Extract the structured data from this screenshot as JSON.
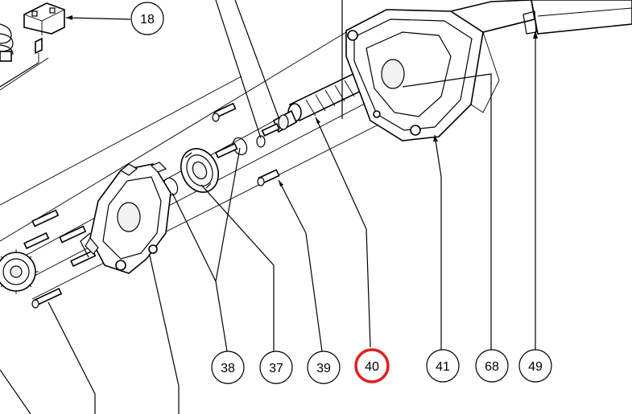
{
  "diagram": {
    "callouts": [
      {
        "id": "c18",
        "label": "18"
      },
      {
        "id": "c38",
        "label": "38"
      },
      {
        "id": "c37",
        "label": "37"
      },
      {
        "id": "c39",
        "label": "39"
      },
      {
        "id": "c40",
        "label": "40",
        "highlighted": true
      },
      {
        "id": "c41",
        "label": "41"
      },
      {
        "id": "c68",
        "label": "68"
      },
      {
        "id": "c49",
        "label": "49"
      }
    ],
    "highlight_color": "#e02020",
    "line_color": "#000000"
  }
}
